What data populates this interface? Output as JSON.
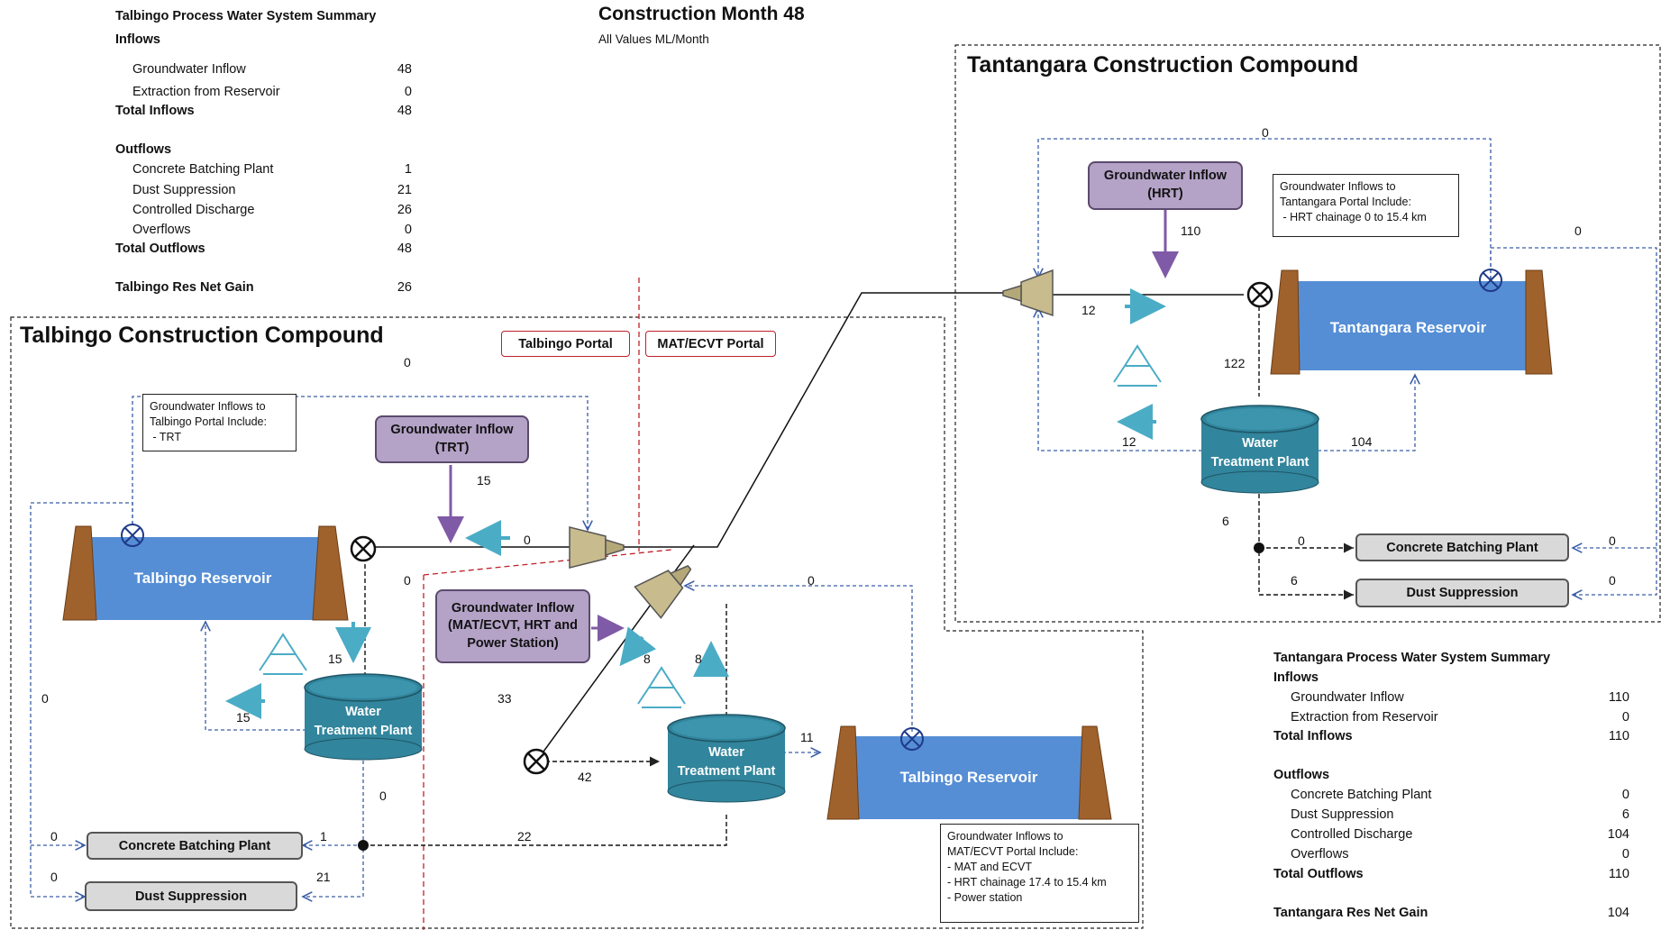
{
  "header": {
    "title": "Construction Month 48",
    "subtitle": "All Values ML/Month"
  },
  "talbingo_summary": {
    "title": "Talbingo Process Water System Summary",
    "inflows_heading": "Inflows",
    "inflows": [
      {
        "label": "Groundwater Inflow",
        "value": "48"
      },
      {
        "label": "Extraction from Reservoir",
        "value": "0"
      }
    ],
    "total_inflows": {
      "label": "Total Inflows",
      "value": "48"
    },
    "outflows_heading": "Outflows",
    "outflows": [
      {
        "label": "Concrete Batching Plant",
        "value": "1"
      },
      {
        "label": "Dust Suppression",
        "value": "21"
      },
      {
        "label": "Controlled Discharge",
        "value": "26"
      },
      {
        "label": "Overflows",
        "value": "0"
      }
    ],
    "total_outflows": {
      "label": "Total Outflows",
      "value": "48"
    },
    "net_gain": {
      "label": "Talbingo Res Net Gain",
      "value": "26"
    }
  },
  "tantangara_summary": {
    "title": "Tantangara Process Water System Summary",
    "inflows_heading": "Inflows",
    "inflows": [
      {
        "label": "Groundwater Inflow",
        "value": "110"
      },
      {
        "label": "Extraction from Reservoir",
        "value": "0"
      }
    ],
    "total_inflows": {
      "label": "Total Inflows",
      "value": "110"
    },
    "outflows_heading": "Outflows",
    "outflows": [
      {
        "label": "Concrete Batching Plant",
        "value": "0"
      },
      {
        "label": "Dust Suppression",
        "value": "6"
      },
      {
        "label": "Controlled Discharge",
        "value": "104"
      },
      {
        "label": "Overflows",
        "value": "0"
      }
    ],
    "total_outflows": {
      "label": "Total Outflows",
      "value": "110"
    },
    "net_gain": {
      "label": "Tantangara Res Net Gain",
      "value": "104"
    }
  },
  "talbingo": {
    "compound_title": "Talbingo Construction Compound",
    "portal_label": "Talbingo Portal",
    "matecvt_portal_label": "MAT/ECVT Portal",
    "reservoir_label": "Talbingo Reservoir",
    "wtp_label": "Water Treatment Plant",
    "gw_trt_label": "Groundwater Inflow (TRT)",
    "gw_mat_label": "Groundwater Inflow (MAT/ECVT, HRT and Power Station)",
    "note_trt": "Groundwater Inflows to\nTalbingo Portal Include:\n - TRT",
    "note_mat": "Groundwater Inflows to\nMAT/ECVT Portal Include:\n- MAT and ECVT\n- HRT chainage 17.4 to 15.4 km\n- Power station",
    "cbp_label": "Concrete Batching Plant",
    "dust_label": "Dust Suppression",
    "reservoir2_label": "Talbingo Reservoir",
    "wtp2_label": "Water Treatment Plant",
    "flows": {
      "top_loop": "0",
      "trt_inflow": "15",
      "portal_return": "0",
      "after_valve": "0",
      "to_wtp": "15",
      "wtp_return": "15",
      "left_loop": "0",
      "wtp_down": "0",
      "cbp_in": "1",
      "dust_in": "21",
      "cbp_left": "0",
      "dust_left": "0",
      "mat_total": "33",
      "mat_down": "8",
      "mat_up": "8",
      "mat_top": "0",
      "valve_to_wtp2": "42",
      "wtp2_to_res": "11",
      "wtp2_line": "22"
    }
  },
  "tantangara": {
    "compound_title": "Tantangara Construction Compound",
    "reservoir_label": "Tantangara Reservoir",
    "wtp_label": "Water Treatment Plant",
    "gw_hrt_label": "Groundwater Inflow (HRT)",
    "note_hrt": "Groundwater Inflows to\nTantangara Portal Include:\n - HRT chainage 0 to 15.4 km",
    "cbp_label": "Concrete Batching Plant",
    "dust_label": "Dust Suppression",
    "flows": {
      "top_loop": "0",
      "hrt_inflow": "110",
      "right_loop": "0",
      "to_valve": "12",
      "valve_down": "122",
      "wtp_return": "12",
      "wtp_to_res": "104",
      "wtp_down": "6",
      "cbp_in": "0",
      "dust_in": "6",
      "cbp_right": "0",
      "dust_right": "0"
    }
  },
  "colors": {
    "reservoir_blue": "#558ed5",
    "wtp_teal": "#31859c",
    "dam_brown": "#a0622d",
    "groundwater_purple": "#b4a2c7",
    "arrow_cyan": "#4bacc6",
    "arrow_purple": "#7f5aa6",
    "boundary_red": "#c0202a"
  }
}
